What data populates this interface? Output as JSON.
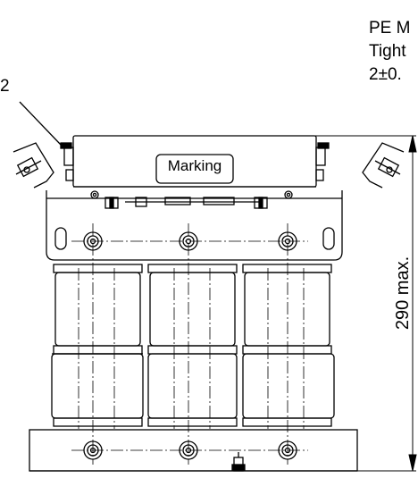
{
  "notes": {
    "line1": "PE M",
    "line2": "Tight",
    "line3": "2±0."
  },
  "callout_number": "2",
  "marking_label": "Marking",
  "dimension_label": "290 max."
}
